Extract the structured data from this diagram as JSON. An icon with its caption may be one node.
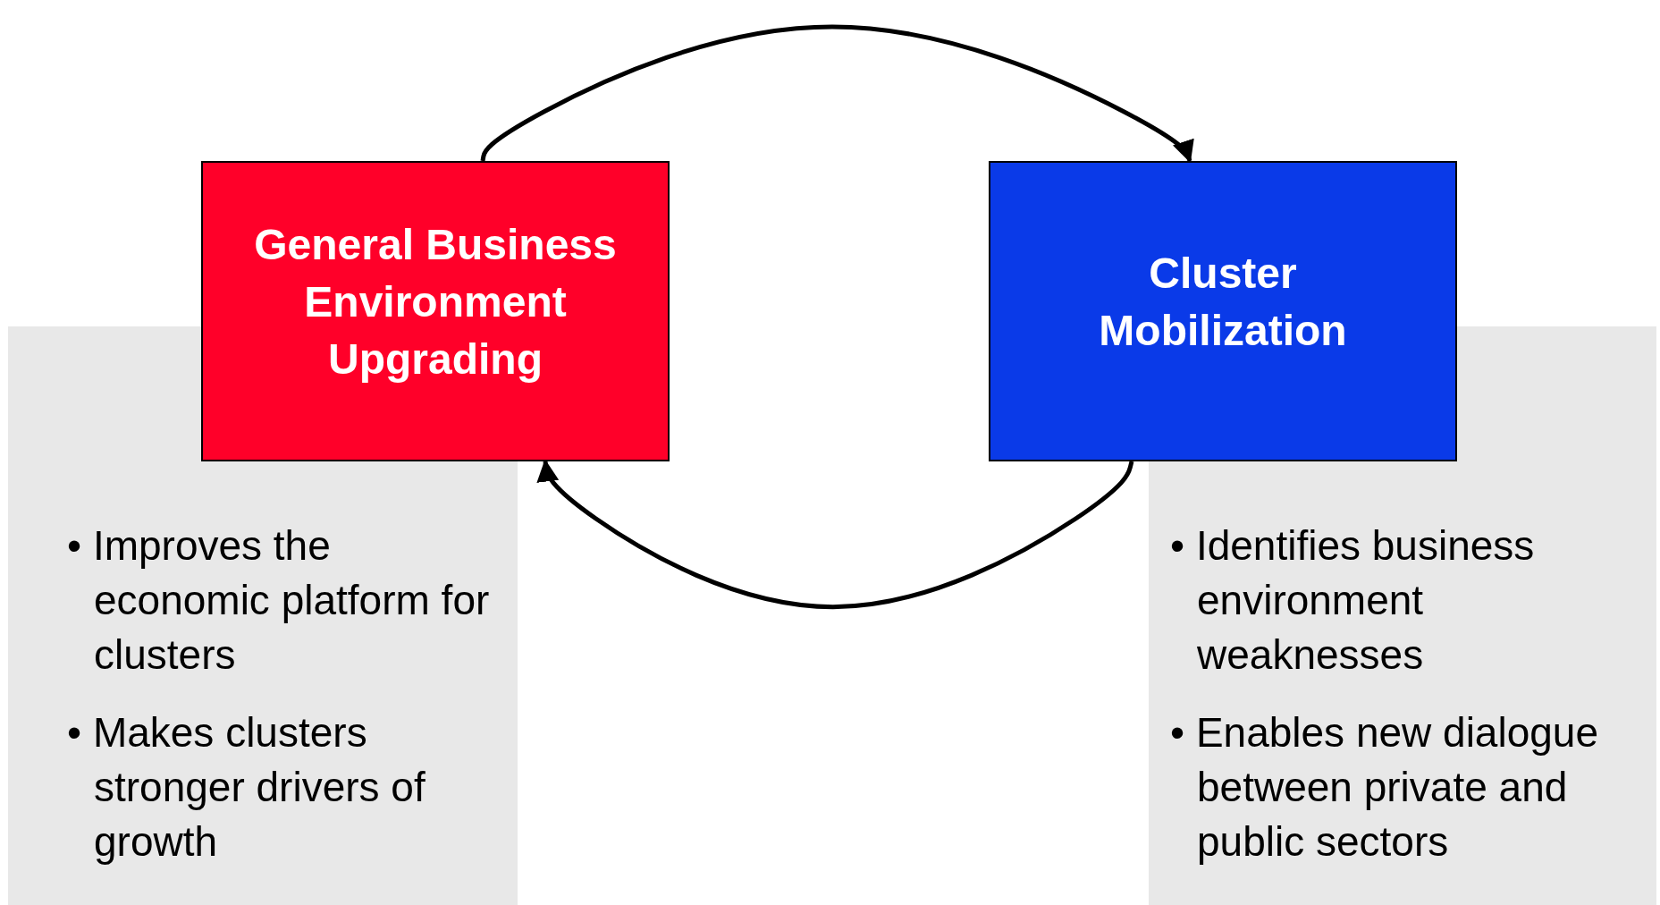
{
  "diagram": {
    "nodes": [
      {
        "text": [
          "General Business Environment Upgrading"
        ]
      },
      {
        "text": [
          "Cluster Mobilization"
        ]
      },
      {
        "text": [
          "• Improves the economic platform for clusters",
          "• Makes clusters stronger drivers of growth"
        ]
      },
      {
        "text": [
          "• Identifies business environment weaknesses",
          "• Enables new dialogue between private and public sectors"
        ]
      }
    ],
    "edges": [
      {
        "from": 0,
        "to": 1,
        "arrow": "to"
      },
      {
        "from": 1,
        "to": 0,
        "arrow": "to"
      }
    ]
  }
}
